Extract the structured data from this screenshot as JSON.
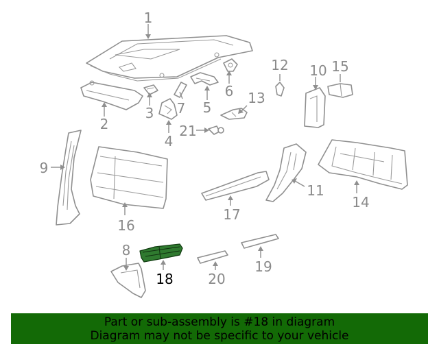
{
  "diagram": {
    "highlight_color": "#136a06",
    "callouts": {
      "c1": "1",
      "c2": "2",
      "c3": "3",
      "c4": "4",
      "c5": "5",
      "c6": "6",
      "c7": "7",
      "c8": "8",
      "c9": "9",
      "c10": "10",
      "c11": "11",
      "c12": "12",
      "c13": "13",
      "c14": "14",
      "c15": "15",
      "c16": "16",
      "c17": "17",
      "c18": "18",
      "c19": "19",
      "c20": "20",
      "c21": "21"
    },
    "highlighted_part": "18"
  },
  "banner": {
    "line1": "Part or sub-assembly is #18 in diagram",
    "line2": "Diagram may not be specific to your vehicle"
  }
}
